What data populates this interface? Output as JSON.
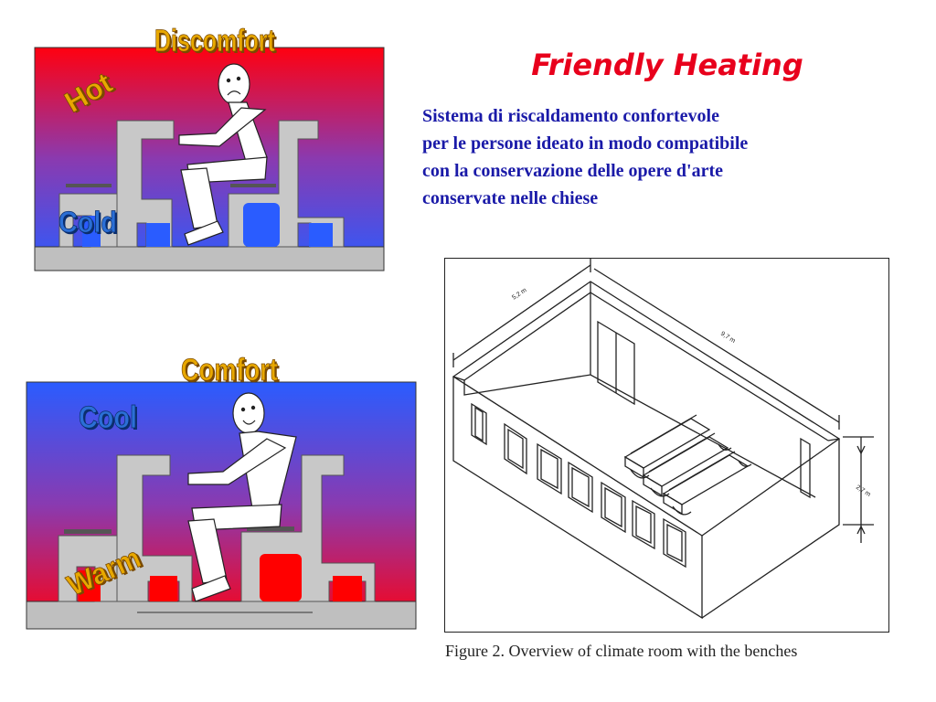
{
  "colors": {
    "title": "#e8001c",
    "description": "#1a1aa8",
    "hot": "#ff0000",
    "cold": "#2a5cff",
    "floor": "#bfbfbf",
    "bench": "#c8c8c8",
    "wordart_gold": "#e8a800",
    "wordart_blue": "#2b6fd6"
  },
  "header": {
    "title": "Friendly Heating",
    "description_lines": [
      "Sistema di riscaldamento confortevole",
      "per le persone ideato in modo compatibile",
      "con la conservazione delle opere d'arte",
      "conservate nelle chiese"
    ]
  },
  "discomfort_panel": {
    "heading": "Discomfort",
    "top_label": "Hot",
    "bottom_label": "Cold"
  },
  "comfort_panel": {
    "heading": "Comfort",
    "top_label": "Cool",
    "bottom_label": "Warm"
  },
  "figure": {
    "dim_width": "5,2 m",
    "dim_length": "9,7 m",
    "dim_height": "2,7 m",
    "caption": "Figure 2. Overview of climate room with the benches"
  }
}
